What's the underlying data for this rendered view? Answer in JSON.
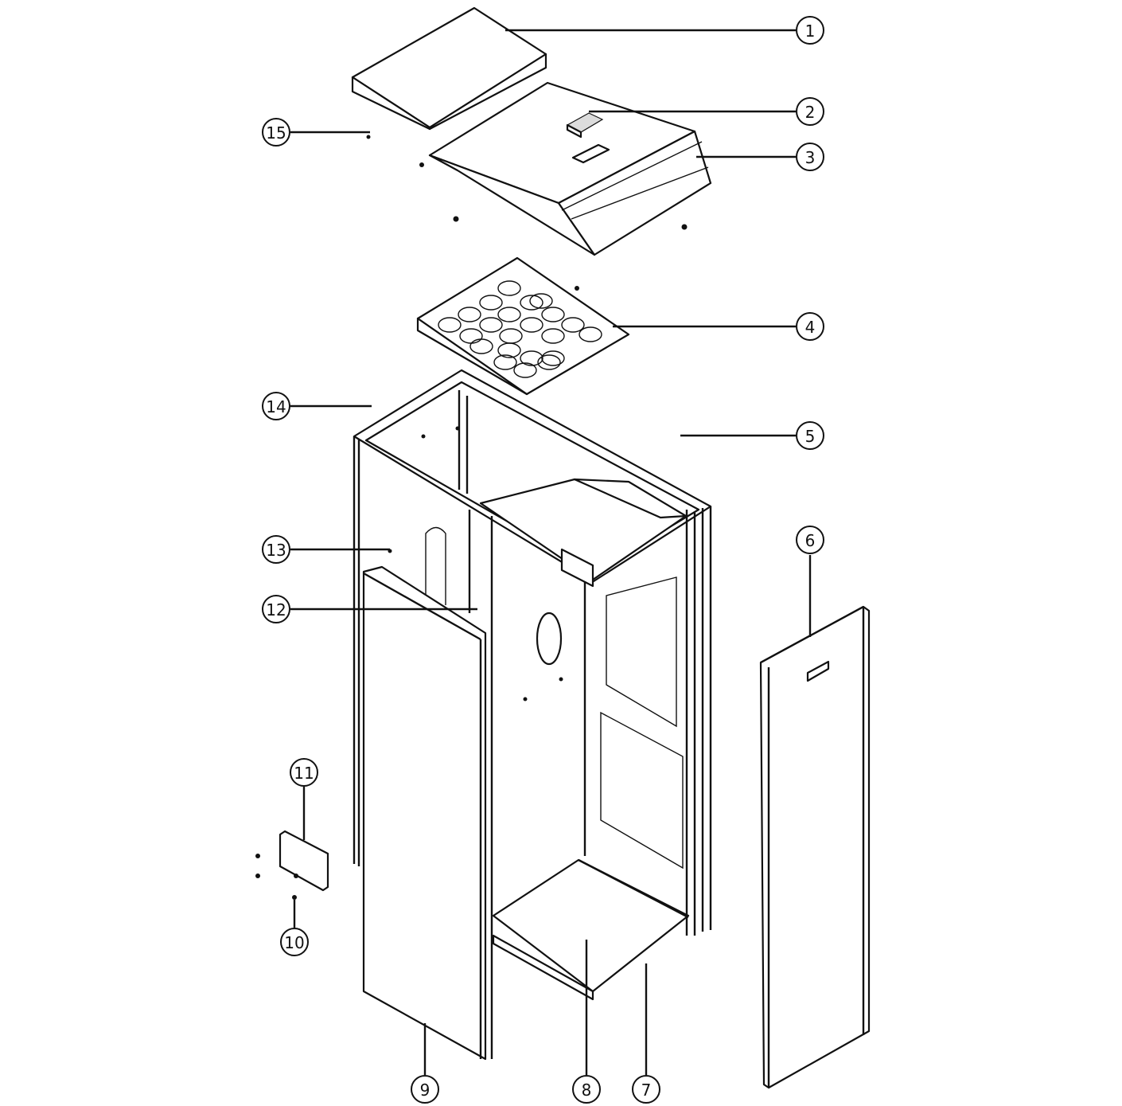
{
  "callouts": [
    "1",
    "2",
    "3",
    "4",
    "5",
    "6",
    "7",
    "8",
    "9",
    "10",
    "11",
    "12",
    "13",
    "14",
    "15"
  ],
  "line_color": "#111111",
  "background": "#ffffff"
}
